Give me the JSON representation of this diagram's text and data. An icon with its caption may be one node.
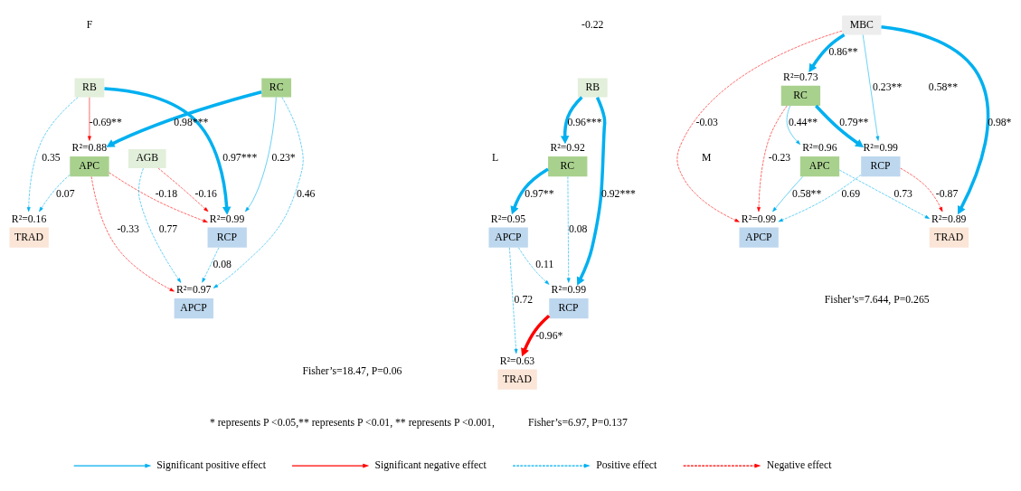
{
  "diagram": {
    "nodes": [
      {
        "text": [
          "TRAD"
        ],
        "beside": [
          "R²=0.16"
        ]
      },
      {
        "text": [
          "APCP"
        ],
        "beside": [
          "R²=0.97"
        ]
      },
      {
        "text": [
          "RB"
        ]
      },
      {
        "text": [
          "RC"
        ]
      },
      {
        "text": [
          "APC"
        ],
        "beside": [
          "R²=0.88"
        ]
      },
      {
        "text": [
          "AGB"
        ]
      },
      {
        "text": [
          "RCP"
        ],
        "beside": [
          "R²=0.99"
        ]
      },
      {
        "text": [
          "APCP"
        ],
        "beside": [
          "R²=0.95"
        ]
      },
      {
        "text": [
          "RB"
        ]
      },
      {
        "text": [
          "RC"
        ],
        "beside": [
          "R²=0.92"
        ]
      },
      {
        "text": [
          "TRAD"
        ],
        "beside": [
          "R²=0.63"
        ]
      },
      {
        "text": [
          "RCP"
        ],
        "beside": [
          "R²=0.99"
        ]
      },
      {
        "text": [
          "APCP"
        ],
        "beside": [
          "R²=0.99"
        ]
      },
      {
        "text": [
          "TRAD"
        ],
        "beside": [
          "R²=0.89"
        ]
      },
      {
        "text": [
          "APC"
        ],
        "beside": [
          "R²=0.96"
        ]
      },
      {
        "text": [
          "MBC"
        ]
      },
      {
        "text": [
          "RCP"
        ],
        "beside": [
          "R²=0.99"
        ]
      },
      {
        "text": [
          "RC"
        ],
        "beside": [
          "R²=0.73"
        ]
      }
    ],
    "edges": [
      {
        "from": 2,
        "to": 0,
        "arrow": "to",
        "label": "0.35",
        "style": "dashed"
      },
      {
        "from": 4,
        "to": 0,
        "arrow": "to",
        "label": "0.07",
        "style": "dashed"
      },
      {
        "from": 4,
        "to": 1,
        "arrow": "to",
        "label": "-0.33",
        "style": "dashed",
        "color": "#ff0000"
      },
      {
        "from": 6,
        "to": 1,
        "arrow": "to",
        "label": "0.08",
        "style": "dashed"
      },
      {
        "from": 3,
        "to": 1,
        "arrow": "to",
        "label": "0.46",
        "style": "dashed"
      },
      {
        "from": 5,
        "to": 1,
        "arrow": "to",
        "label": "0.77",
        "style": "dashed"
      },
      {
        "from": 2,
        "to": 4,
        "arrow": "to",
        "label": "-0.69**",
        "color": "#ff0000"
      },
      {
        "from": 2,
        "to": 6,
        "arrow": "to",
        "label": "0.97***",
        "style": "thick"
      },
      {
        "from": 3,
        "to": 4,
        "arrow": "to",
        "label": "0.98***",
        "style": "thick"
      },
      {
        "from": 3,
        "to": 6,
        "arrow": "to",
        "label": "0.23*"
      },
      {
        "from": 4,
        "to": 6,
        "arrow": "to",
        "label": "-0.18",
        "style": "dashed",
        "color": "#ff0000"
      },
      {
        "from": 5,
        "to": 6,
        "arrow": "to",
        "label": "-0.16",
        "style": "dashed",
        "color": "#ff0000"
      },
      {
        "from": 9,
        "to": 7,
        "arrow": "to",
        "label": "0.97**",
        "style": "thick"
      },
      {
        "from": 7,
        "to": 10,
        "arrow": "to",
        "label": "0.72",
        "style": "dashed"
      },
      {
        "from": 8,
        "to": 9,
        "arrow": "to",
        "label": "0.96***",
        "style": "thick"
      },
      {
        "from": 8,
        "to": 11,
        "arrow": "to",
        "label": "0.92***",
        "style": "thick"
      },
      {
        "from": 7,
        "to": 11,
        "arrow": "to",
        "label": "0.11",
        "style": "dashed"
      },
      {
        "from": 9,
        "to": 11,
        "arrow": "to",
        "label": "0.08",
        "style": "dashed"
      },
      {
        "from": 11,
        "to": 10,
        "arrow": "to",
        "label": "-0.96*",
        "style": "thick",
        "color": "#ff0000"
      },
      {
        "from": 14,
        "to": 12,
        "arrow": "to",
        "label": "0.58**"
      },
      {
        "from": 14,
        "to": 13,
        "arrow": "to",
        "label": "0.73",
        "style": "dashed"
      },
      {
        "from": 16,
        "to": 12,
        "arrow": "to",
        "label": "0.69",
        "style": "dashed"
      },
      {
        "from": 17,
        "to": 12,
        "arrow": "to",
        "label": "-0.23",
        "style": "dashed",
        "color": "#ff0000"
      },
      {
        "from": 15,
        "to": 12,
        "arrow": "to",
        "label": "-0.03",
        "style": "dashed",
        "color": "#ff0000"
      },
      {
        "from": 16,
        "to": 13,
        "arrow": "to",
        "label": "-0.87",
        "style": "dashed",
        "color": "#ff0000"
      },
      {
        "from": 15,
        "to": 13,
        "arrow": "to",
        "label": "0.98*",
        "style": "thick"
      },
      {
        "from": 15,
        "to": 16,
        "arrow": "to",
        "label": "0.23**"
      },
      {
        "from": 15,
        "to": 17,
        "arrow": "to",
        "label": "0.86**",
        "style": "thick"
      },
      {
        "from": 17,
        "to": 14,
        "arrow": "to",
        "label": "0.44**"
      },
      {
        "from": 17,
        "to": 16,
        "arrow": "to",
        "label": "0.79**",
        "style": "thick"
      }
    ],
    "labels": [
      "F",
      "L",
      "-0.22",
      "M",
      "0.58**",
      "Fisher’s=18.47, P=0.06",
      "Fisher’s=6.97, P=0.137",
      "Fisher’s=7.644, P=0.265",
      "* represents P <0.05,** represents P <0.01, ** represents P <0.001,"
    ],
    "legend": [
      {
        "text": "Significant positive effect"
      },
      {
        "text": "Significant negative effect"
      },
      {
        "text": "Positive effect"
      },
      {
        "text": "Negative effect"
      }
    ]
  }
}
